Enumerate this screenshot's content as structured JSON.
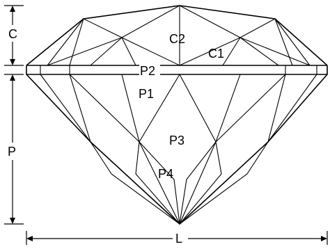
{
  "labels": {
    "crown_height": "C",
    "pavilion_depth": "P",
    "length": "L",
    "crown_main": "C2",
    "crown_star": "C1",
    "pavilion_girdle": "P2",
    "pavilion_main": "P1",
    "pavilion_center": "P3",
    "pavilion_lower": "P4"
  }
}
